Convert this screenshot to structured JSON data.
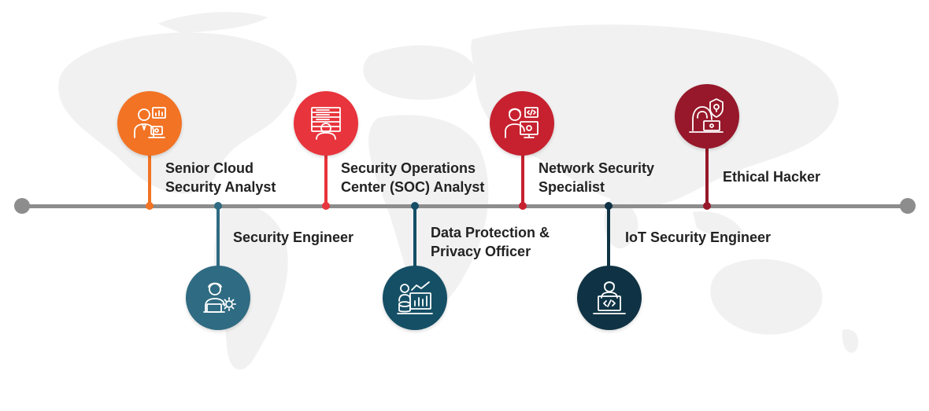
{
  "colors": {
    "orange": "#f27324",
    "red": "#e8343c",
    "crimson": "#c7212f",
    "darkred": "#96182a",
    "teal": "#2f6b82",
    "deepteal": "#154f66",
    "navy": "#0f3344",
    "axis": "#8d8d8d"
  },
  "roles": [
    {
      "title": "Senior Cloud\nSecurity Analyst",
      "icon": "analyst-icon"
    },
    {
      "title": "Security Engineer",
      "icon": "engineer-gear-icon"
    },
    {
      "title": "Security Operations\nCenter (SOC) Analyst",
      "icon": "soc-server-icon"
    },
    {
      "title": "Data Protection &\nPrivacy Officer",
      "icon": "data-chart-icon"
    },
    {
      "title": "Network Security\nSpecialist",
      "icon": "network-gear-icon"
    },
    {
      "title": "IoT Security Engineer",
      "icon": "code-laptop-icon"
    },
    {
      "title": "Ethical Hacker",
      "icon": "hacker-shield-icon"
    }
  ]
}
